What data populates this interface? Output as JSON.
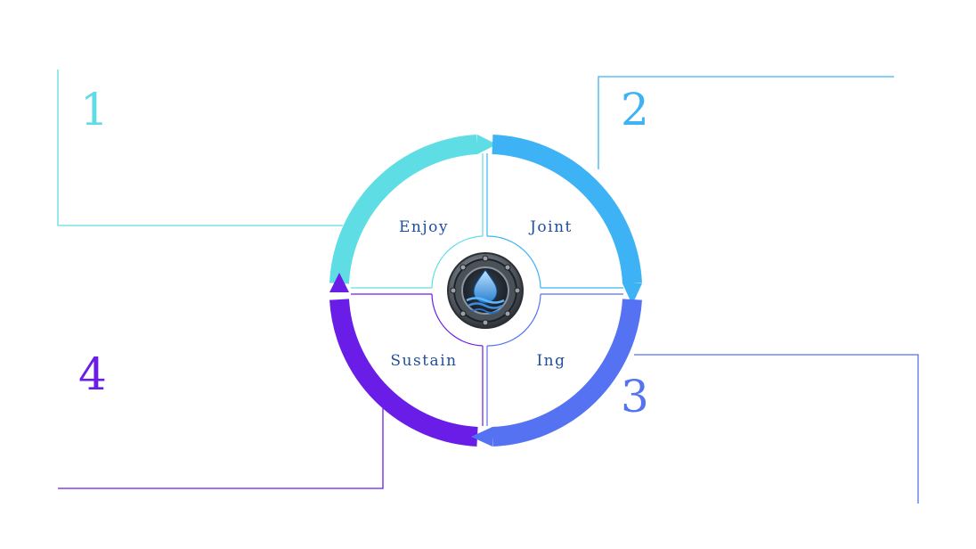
{
  "steps": [
    {
      "number": "1",
      "label": "Enjoy",
      "color": "#5FDDE5"
    },
    {
      "number": "2",
      "label": "Joint",
      "color": "#3DB2F5"
    },
    {
      "number": "3",
      "label": "Ing",
      "color": "#5472F2"
    },
    {
      "number": "4",
      "label": "Sustain",
      "color": "#6A1DE6"
    }
  ],
  "center_icon": "water-drop-porthole-icon",
  "colors": {
    "label_text": "#1F4E9E",
    "background": "#FFFFFF"
  }
}
